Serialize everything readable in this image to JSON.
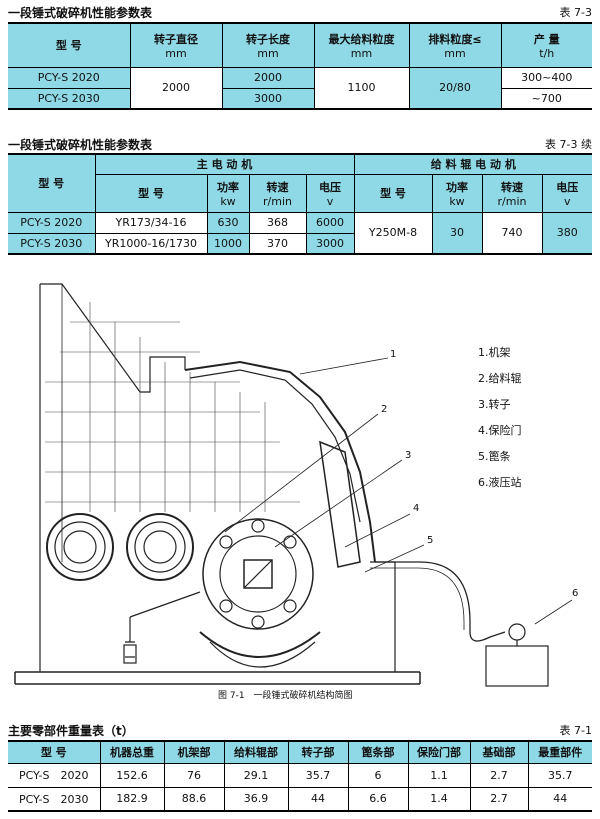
{
  "table1": {
    "title": "一段锤式破碎机性能参数表",
    "number": "表 7-3",
    "headers": [
      "型 号",
      "转子直径",
      "mm",
      "转子长度",
      "mm",
      "最大给料粒度",
      "mm",
      "排料粒度≤",
      "mm",
      "产 量",
      "t/h"
    ],
    "rows": [
      {
        "model": "PCY-S 2020",
        "rotor_d": "2000",
        "rotor_l": "2000",
        "max_feed": "1100",
        "discharge": "20/80",
        "output": "300~400"
      },
      {
        "model": "PCY-S 2030",
        "rotor_l": "3000",
        "output": "~700"
      }
    ]
  },
  "table2": {
    "title": "一段锤式破碎机性能参数表",
    "number": "表 7-3 续",
    "col_model": "型 号",
    "group_main": "主 电 动 机",
    "group_feed": "给 料 辊 电 动 机",
    "sub": {
      "model": "型 号",
      "power": "功率",
      "power_u": "kw",
      "speed": "转速",
      "speed_u": "r/min",
      "volt": "电压",
      "volt_u": "v"
    },
    "rows": [
      {
        "model": "PCY-S 2020",
        "m_model": "YR173/34-16",
        "m_power": "630",
        "m_speed": "368",
        "m_volt": "6000",
        "f_model": "Y250M-8",
        "f_power": "30",
        "f_speed": "740",
        "f_volt": "380"
      },
      {
        "model": "PCY-S 2030",
        "m_model": "YR1000-16/1730",
        "m_power": "1000",
        "m_speed": "370",
        "m_volt": "3000"
      }
    ]
  },
  "figure": {
    "caption": "图 7-1　一段锤式破碎机结构简图",
    "callouts": [
      "1",
      "2",
      "3",
      "4",
      "5",
      "6"
    ],
    "legend": [
      "1.机架",
      "2.给料辊",
      "3.转子",
      "4.保险门",
      "5.篦条",
      "6.液压站"
    ]
  },
  "table3": {
    "title": "主要零部件重量表（t）",
    "number": "表 7-1",
    "headers": [
      "型 号",
      "机器总重",
      "机架部",
      "给料辊部",
      "转子部",
      "篦条部",
      "保险门部",
      "基础部",
      "最重部件"
    ],
    "rows": [
      [
        "PCY-S　2020",
        "152.6",
        "76",
        "29.1",
        "35.7",
        "6",
        "1.1",
        "2.7",
        "35.7"
      ],
      [
        "PCY-S　2030",
        "182.9",
        "88.6",
        "36.9",
        "44",
        "6.6",
        "1.4",
        "2.7",
        "44"
      ]
    ]
  },
  "colors": {
    "header_bg": "#8fd9e6",
    "line": "#000000"
  }
}
